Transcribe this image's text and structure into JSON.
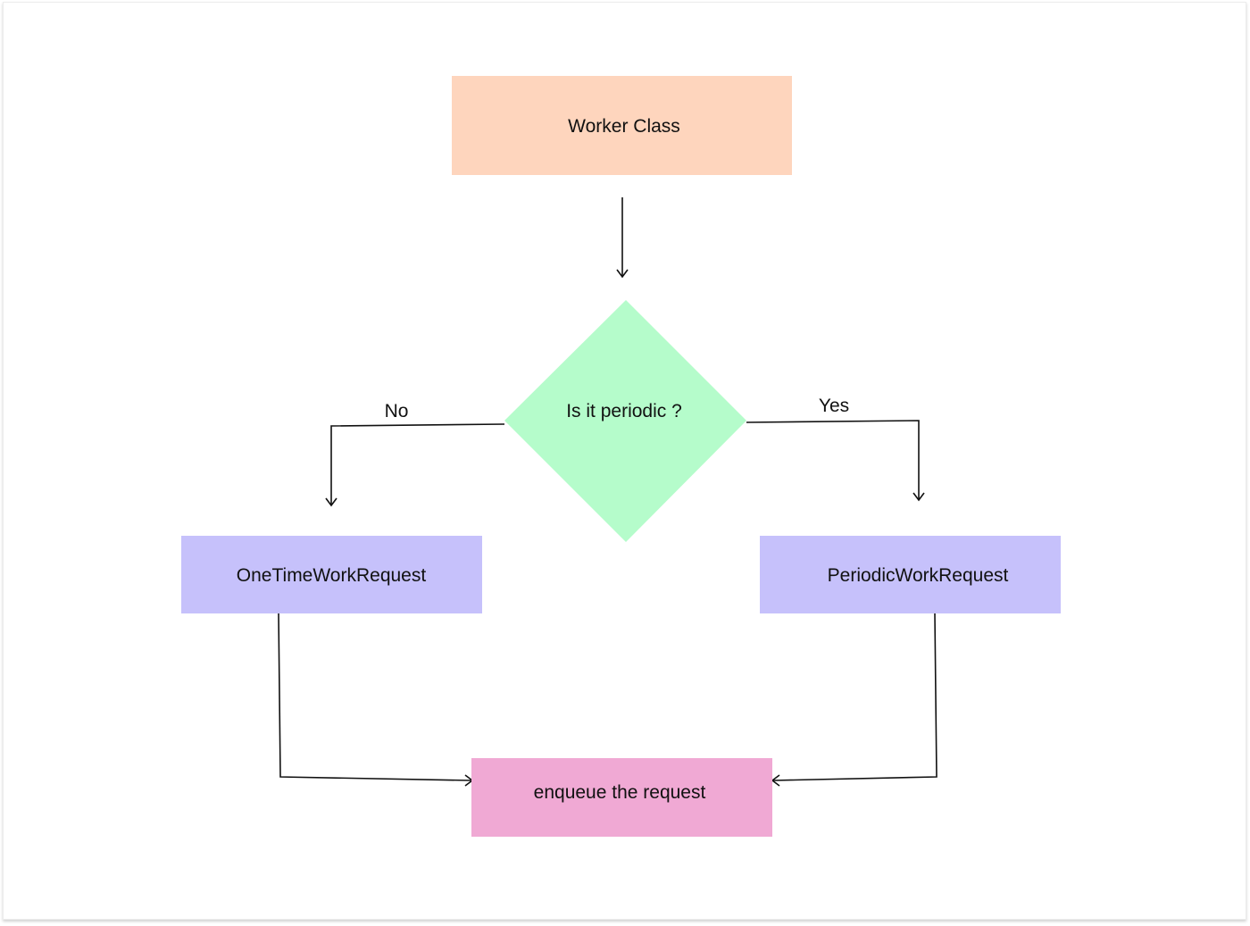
{
  "nodes": {
    "worker_class": {
      "label": "Worker Class",
      "color": "#FED5BD"
    },
    "decision": {
      "label": "Is it periodic ?",
      "color": "#B5FCCB"
    },
    "one_time": {
      "label": "OneTimeWorkRequest",
      "color": "#C6C1FB"
    },
    "periodic": {
      "label": "PeriodicWorkRequest",
      "color": "#C6C1FB"
    },
    "enqueue": {
      "label": "enqueue the request",
      "color": "#F0A9D4"
    }
  },
  "edges": {
    "no_label": "No",
    "yes_label": "Yes"
  }
}
